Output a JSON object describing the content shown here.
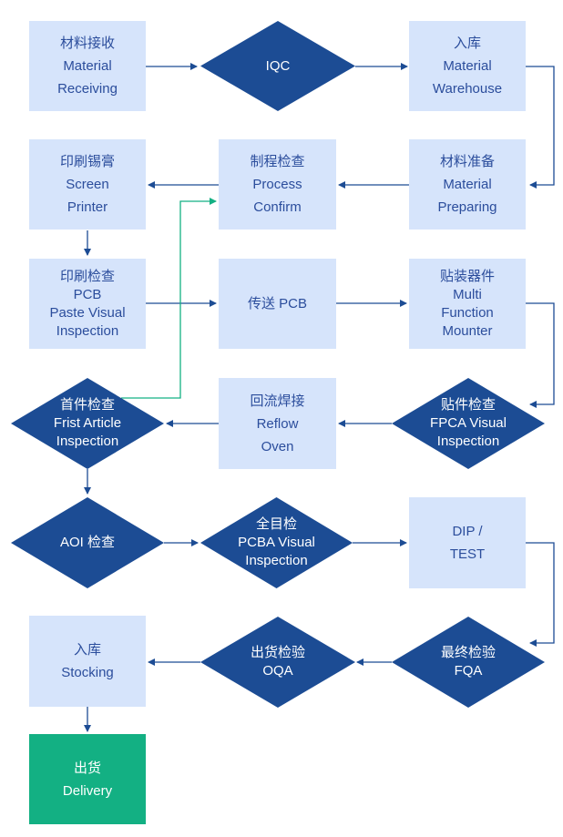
{
  "colors": {
    "box_fill": "#d6e4fb",
    "box_text": "#2b4d9c",
    "diamond_fill": "#1c4c94",
    "diamond_text": "#ffffff",
    "delivery_fill": "#13b083",
    "arrow": "#1c4c94",
    "feedback_arrow": "#13b083"
  },
  "nodes": {
    "material_receiving": [
      "材料接收",
      "Material",
      "Receiving"
    ],
    "iqc": [
      "IQC"
    ],
    "material_warehouse": [
      "入库",
      "Material",
      "Warehouse"
    ],
    "screen_printer": [
      "印刷锡膏",
      "Screen",
      "Printer"
    ],
    "process_confirm": [
      "制程检查",
      "Process",
      "Confirm"
    ],
    "material_preparing": [
      "材料准备",
      "Material",
      "Preparing"
    ],
    "pcb_paste_visual_inspection": [
      "印刷检查",
      "PCB",
      "Paste Visual",
      "Inspection"
    ],
    "transfer_pcb": [
      "传送 PCB"
    ],
    "multi_function_mounter": [
      "贴装器件",
      "Multi",
      "Function",
      "Mounter"
    ],
    "first_article_inspection": [
      "首件检查",
      "Frist Article",
      "Inspection"
    ],
    "reflow_oven": [
      "回流焊接",
      "Reflow",
      "Oven"
    ],
    "fpca_visual_inspection": [
      "贴件检查",
      "FPCA Visual",
      "Inspection"
    ],
    "aoi_inspection": [
      "AOI 检查"
    ],
    "pcba_visual_inspection": [
      "全目检",
      "PCBA Visual",
      "Inspection"
    ],
    "dip_test": [
      "DIP /",
      "TEST"
    ],
    "stocking": [
      "入库",
      "Stocking"
    ],
    "oqa": [
      "出货检验",
      "OQA"
    ],
    "fqa": [
      "最终检验",
      "FQA"
    ],
    "delivery": [
      "出货",
      "Delivery"
    ]
  }
}
